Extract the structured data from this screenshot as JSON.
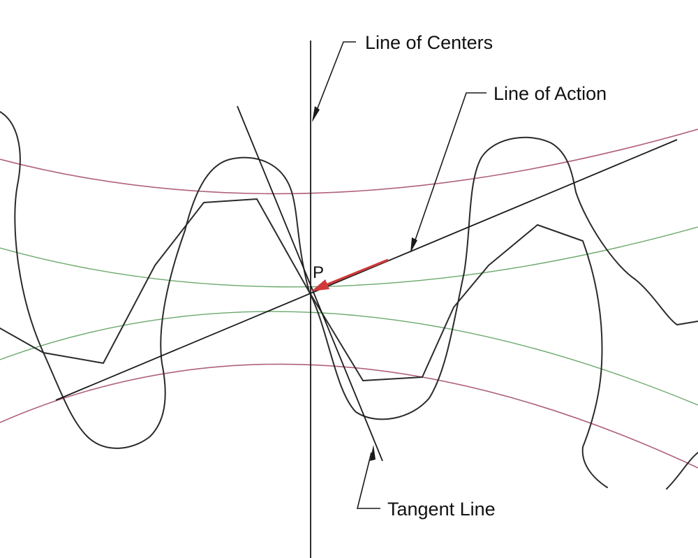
{
  "labels": {
    "line_of_centers": "Line of Centers",
    "line_of_action": "Line of Action",
    "tangent_line": "Tangent Line",
    "pitch_point": "P"
  },
  "colors": {
    "background": "#ffffff",
    "outline": "#2a2a2a",
    "addendum_circle": "#b0607a",
    "pitch_circle": "#6aa86a",
    "force_arrow": "#d03a3a"
  }
}
